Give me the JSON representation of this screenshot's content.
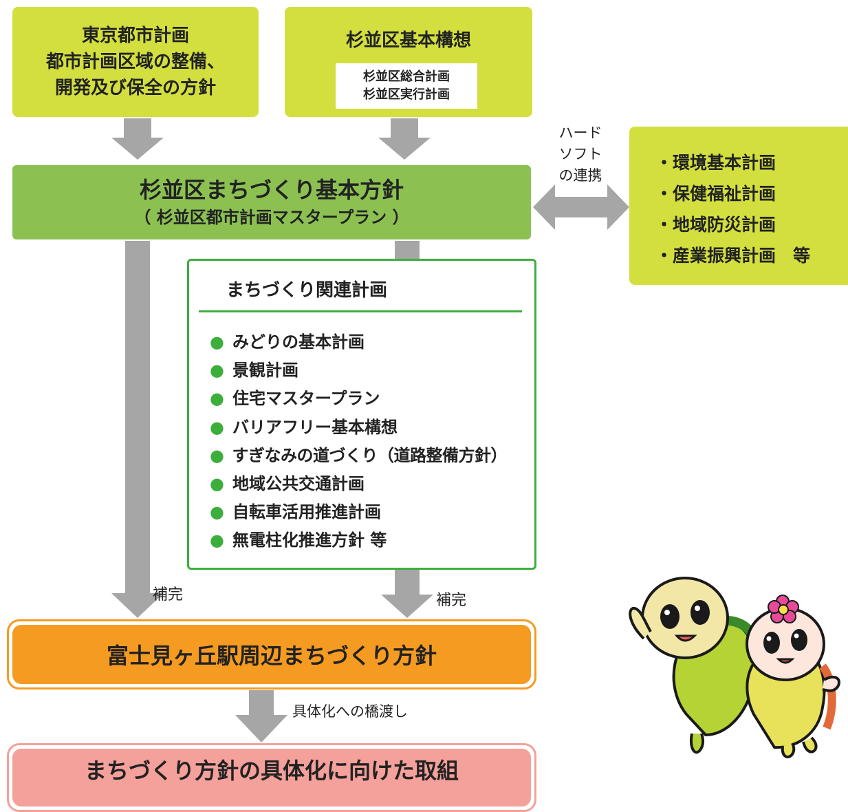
{
  "top_left": {
    "lines": [
      "東京都市計画",
      "都市計画区域の整備、",
      "開発及び保全の方針"
    ]
  },
  "top_mid": {
    "title": "杉並区基本構想",
    "sub": [
      "杉並区総合計画",
      "杉並区実行計画"
    ]
  },
  "main": {
    "title": "杉並区まちづくり基本方針",
    "subtitle": "（ 杉並区都市計画マスタープラン ）"
  },
  "link_label": [
    "ハード",
    "ソフト",
    "の連携"
  ],
  "right_box": {
    "items": [
      "・環境基本計画",
      "・保健福祉計画",
      "・地域防災計画",
      "・産業振興計画　等"
    ]
  },
  "related": {
    "title": "まちづくり関連計画",
    "items": [
      "みどりの基本計画",
      "景観計画",
      "住宅マスタープラン",
      "バリアフリー基本構想",
      "すぎなみの道づくり（道路整備方針）",
      "地域公共交通計画",
      "自転車活用推進計画",
      "無電柱化推進方針 等"
    ]
  },
  "supplement_left": "補完",
  "supplement_right": "補完",
  "station": {
    "title": "富士見ヶ丘駅周辺まちづくり方針"
  },
  "bridge_label": "具体化への橋渡し",
  "bottom": {
    "title": "まちづくり方針の具体化に向けた取組"
  },
  "colors": {
    "yellow_green": "#d3df3e",
    "green": "#8cc152",
    "orange": "#f59b22",
    "pink": "#f4a09b",
    "arrow_gray": "#a6a6a6",
    "frame_green": "#3cae3c"
  }
}
